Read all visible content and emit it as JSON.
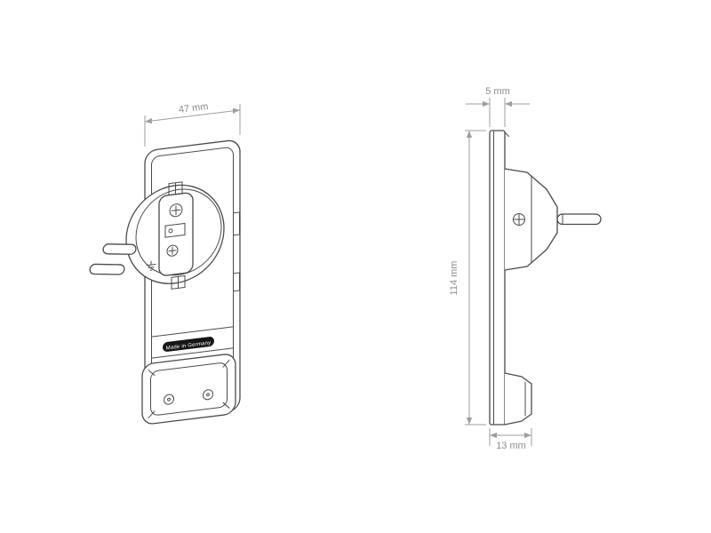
{
  "drawing": {
    "background": "#ffffff",
    "line_color": "#4a4a4a",
    "dimension_color": "#9e9e9e",
    "front_view": {
      "width_dimension": "47 mm",
      "badge_label": "Made in Germany"
    },
    "side_view": {
      "thickness_dimension": "5 mm",
      "height_dimension": "114 mm",
      "base_depth_dimension": "13 mm"
    }
  }
}
